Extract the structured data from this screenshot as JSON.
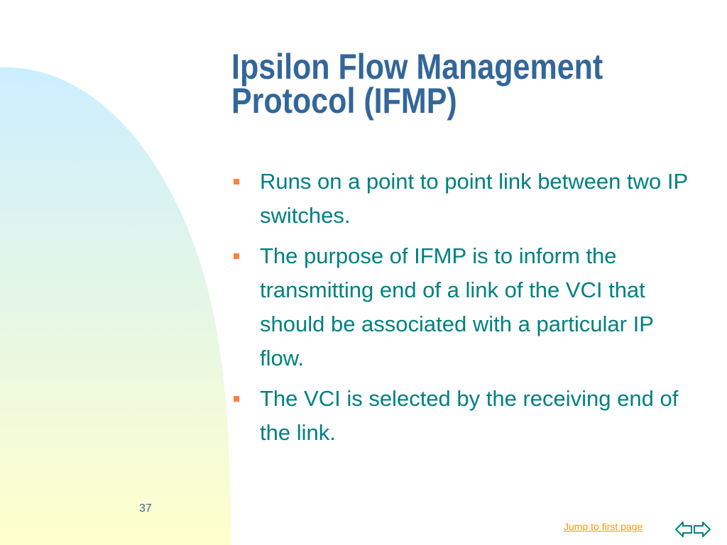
{
  "slide": {
    "title_lines": [
      "Ipsilon Flow Management",
      "Protocol (IFMP)"
    ],
    "bullets": [
      "Runs on a point to point link between two IP switches.",
      "The purpose of IFMP is to inform the transmitting end of a link of the VCI that should be associated with a particular IP flow.",
      "The VCI is selected by the receiving end of the link."
    ],
    "page_number": "37"
  },
  "footer": {
    "jump_link": "Jump to first page",
    "prev_icon": "left-arrow-icon",
    "next_icon": "right-arrow-icon"
  },
  "colors": {
    "title": "#336699",
    "body_text": "#008080",
    "bullet_marker": "#ff8040",
    "link": "#ff9900",
    "bg_top": "#cceeff",
    "bg_bottom": "#ffffcc"
  }
}
